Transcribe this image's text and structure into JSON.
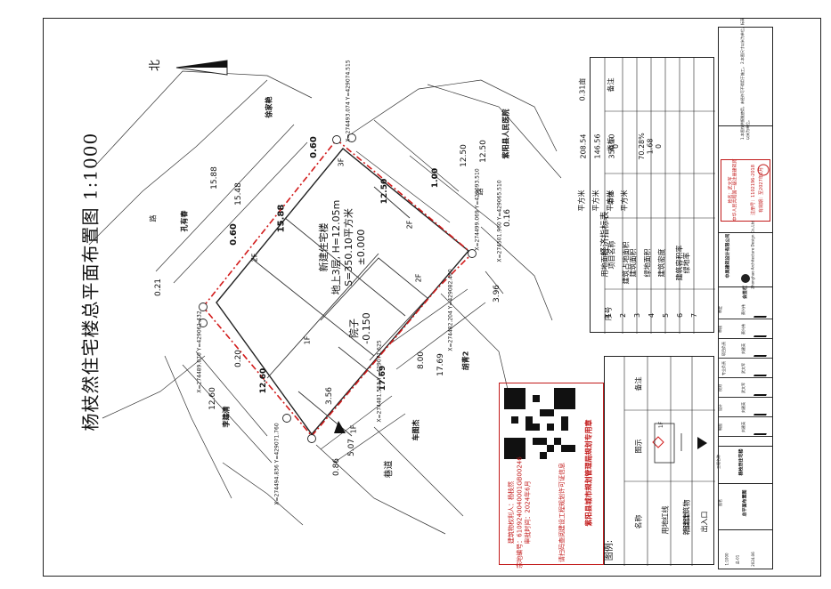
{
  "title": "杨枝然住宅楼总平面布置图 1:1000",
  "north_label": "北",
  "building": {
    "name": "新建住宅楼",
    "floors": "地上3层, H=12.05m",
    "area": "S=350.10平方米",
    "elevation": "±0.000"
  },
  "yard": {
    "name": "院子",
    "elevation": "-0.150"
  },
  "floor_marks": [
    "3F",
    "2F",
    "2F",
    "2F",
    "1F",
    "1F"
  ],
  "neighbors": {
    "top_left": "徐家艳",
    "left": "孔有春",
    "top_right": "紫阳县人民医院",
    "right": "胡青2",
    "bottom_left": "李建清",
    "bottom": "车图杰",
    "street": "巷道",
    "road": "路",
    "right_road": "路"
  },
  "dimensions": [
    "15.88",
    "15.48",
    "0.60",
    "0.60",
    "15.88",
    "12.50",
    "12.50",
    "12.50",
    "1.00",
    "0.21",
    "0.16",
    "3.96",
    "8.00",
    "17.69",
    "17.69",
    "12.60",
    "12.60",
    "0.20",
    "0.86",
    "3.56",
    "5.07"
  ],
  "points": [
    {
      "id": "J1",
      "xy": "X=274493.074 Y=429074.515"
    },
    {
      "id": "J2",
      "xy": "X=274499.069 Y=429093.510"
    },
    {
      "id": "J3",
      "xy": "X=274501.960 Y=429065.510"
    },
    {
      "id": "J4",
      "xy": "X=274482.204 Y=429082.460"
    },
    {
      "id": "J5",
      "xy": "X=274481.553 Y=429071.625"
    },
    {
      "id": "J6",
      "xy": "X=274489.070 Y=429061.432"
    },
    {
      "id": "J7",
      "xy": "X=274494.836 Y=429071.760"
    }
  ],
  "econ_table": {
    "title": "经济指标表",
    "headers": [
      "序号",
      "项目名称",
      "单位",
      "指标",
      "备注"
    ],
    "rows": [
      [
        "1",
        "用地面积",
        "平方米",
        "208.54",
        "0.31亩"
      ],
      [
        "2",
        "建筑占地面积",
        "平方米",
        "146.56",
        ""
      ],
      [
        "3",
        "建筑面积",
        "平方米",
        "350.10",
        ""
      ],
      [
        "4",
        "绿地面积",
        "平方米",
        "0",
        ""
      ],
      [
        "5",
        "建筑密度",
        "",
        "70.28%",
        ""
      ],
      [
        "6",
        "建筑容积率",
        "",
        "1.68",
        ""
      ],
      [
        "7",
        "绿地率",
        "",
        "0",
        ""
      ]
    ]
  },
  "legend": {
    "title": "图例:",
    "headers": [
      "名称",
      "图示",
      "备注"
    ],
    "rows": [
      "用地红线",
      "新建建筑物",
      "指北针",
      "出入口"
    ],
    "building_symbol": "1F"
  },
  "qr_notes": [
    "宗地编号：6109240040001GB00246",
    "建筑物权利人：杨枝然",
    "审批时间：2024年6月",
    "请扫码查阅建设工程规划许可证信息"
  ],
  "stamp_vertical": "紫阳县城市规划管理局规划专用章",
  "side_panel": {
    "notes": "1.本图仅供报批使用，未经许可不得用于施工。 2.本图尺寸以米为单位，标高以米为单位。",
    "cert_title": "中华人民共和国一级注册建筑师",
    "cert_name": "姓名：武文军",
    "cert_no": "注册号：1102196-2018",
    "cert_valid": "有效期：至2027年2月",
    "company_cn": "中昊建筑设计有限公司",
    "company_en": "Zhonghao Architecture Design Co.,Ltd",
    "sign_header": "会签栏",
    "roles": [
      "审定",
      "审核",
      "项目负责",
      "专业负责",
      "校对",
      "设计",
      "制图"
    ],
    "names": [
      "蔡兴伟",
      "蔡兴伟",
      "刘建英",
      "武文军",
      "武文军",
      "刘建英",
      "刘建英"
    ],
    "project_label": "工程名称",
    "project_name": "杨枝然住宅楼",
    "drawing_label": "图名",
    "drawing_name": "总平面布置图",
    "scale": "1:1000",
    "sheet": "总-01",
    "date": "2024.06"
  }
}
